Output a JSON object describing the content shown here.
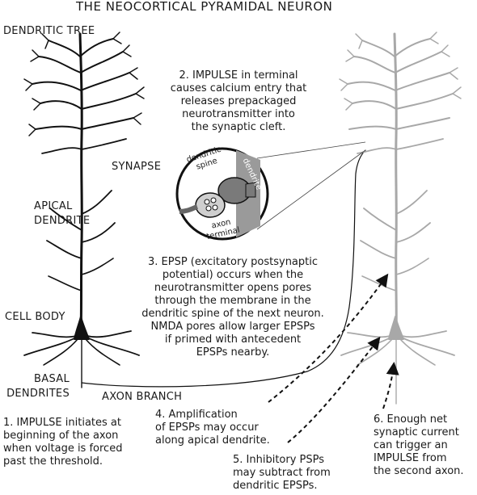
{
  "title": "THE NEOCORTICAL PYRAMIDAL NEURON",
  "labels": {
    "dendritic_tree": "DENDRITIC TREE",
    "synapse": "SYNAPSE",
    "apical_dendrite": "APICAL\nDENDRITE",
    "cell_body": "CELL BODY",
    "basal_dendrites": "BASAL\nDENDRITES",
    "axon_branch": "AXON BRANCH"
  },
  "zoom_labels": {
    "dendritic_spine": "dendritic\nspine",
    "dendrite": "dendrite",
    "axon_terminal": "axon\nterminal"
  },
  "notes": {
    "step1": "1. IMPULSE initiates at\nbeginning of the axon\nwhen voltage is forced\npast the threshold.",
    "step2": "2. IMPULSE in terminal\ncauses calcium entry that\nreleases prepackaged\nneurotransmitter into\nthe synaptic cleft.",
    "step3": "3. EPSP (excitatory postsynaptic\npotential) occurs when the\nneurotransmitter opens pores\nthrough the membrane in the\ndendritic spine of the next neuron.\nNMDA pores allow larger EPSPs\nif primed with antecedent\nEPSPs nearby.",
    "step4": "4. Amplification\nof EPSPs may occur\nalong apical dendrite.",
    "step5": "5. Inhibitory PSPs\nmay subtract from\ndendritic EPSPs.",
    "step6": "6. Enough net\nsynaptic current\ncan trigger an\nIMPULSE from\nthe second axon."
  },
  "colors": {
    "neuron_primary": "#111111",
    "neuron_secondary": "#a8a8a8",
    "text": "#1a1a1a"
  }
}
